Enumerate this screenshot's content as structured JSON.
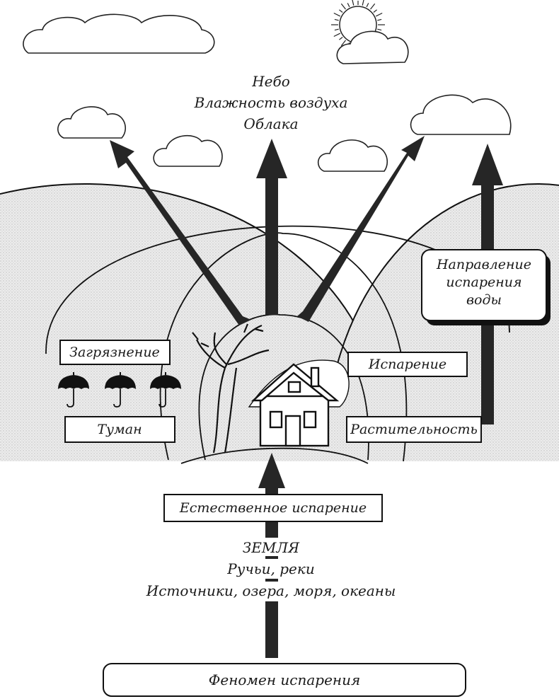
{
  "sky": {
    "line1": "Небо",
    "line2": "Влажность воздуха",
    "line3": "Облака"
  },
  "earth": {
    "line1": "ЗЕМЛЯ",
    "line2": "Ручьи, реки",
    "line3": "Источники, озера, моря, океаны"
  },
  "labels": {
    "pollution": "Загрязнение",
    "fog": "Туман",
    "evaporation": "Испарение",
    "vegetation": "Растительность",
    "natural_evaporation": "Естественное испарение",
    "direction_line1": "Направление",
    "direction_line2": "испарения",
    "direction_line3": "воды",
    "title": "Феномен испарения"
  },
  "icons": [
    "sun-icon",
    "cloud-icon",
    "umbrella-icon",
    "house-icon",
    "tree-icon",
    "arrow-icon"
  ],
  "colors": {
    "ink": "#1a1a1a",
    "hill_fill": "#e4e4e4",
    "arrow": "#262626"
  }
}
